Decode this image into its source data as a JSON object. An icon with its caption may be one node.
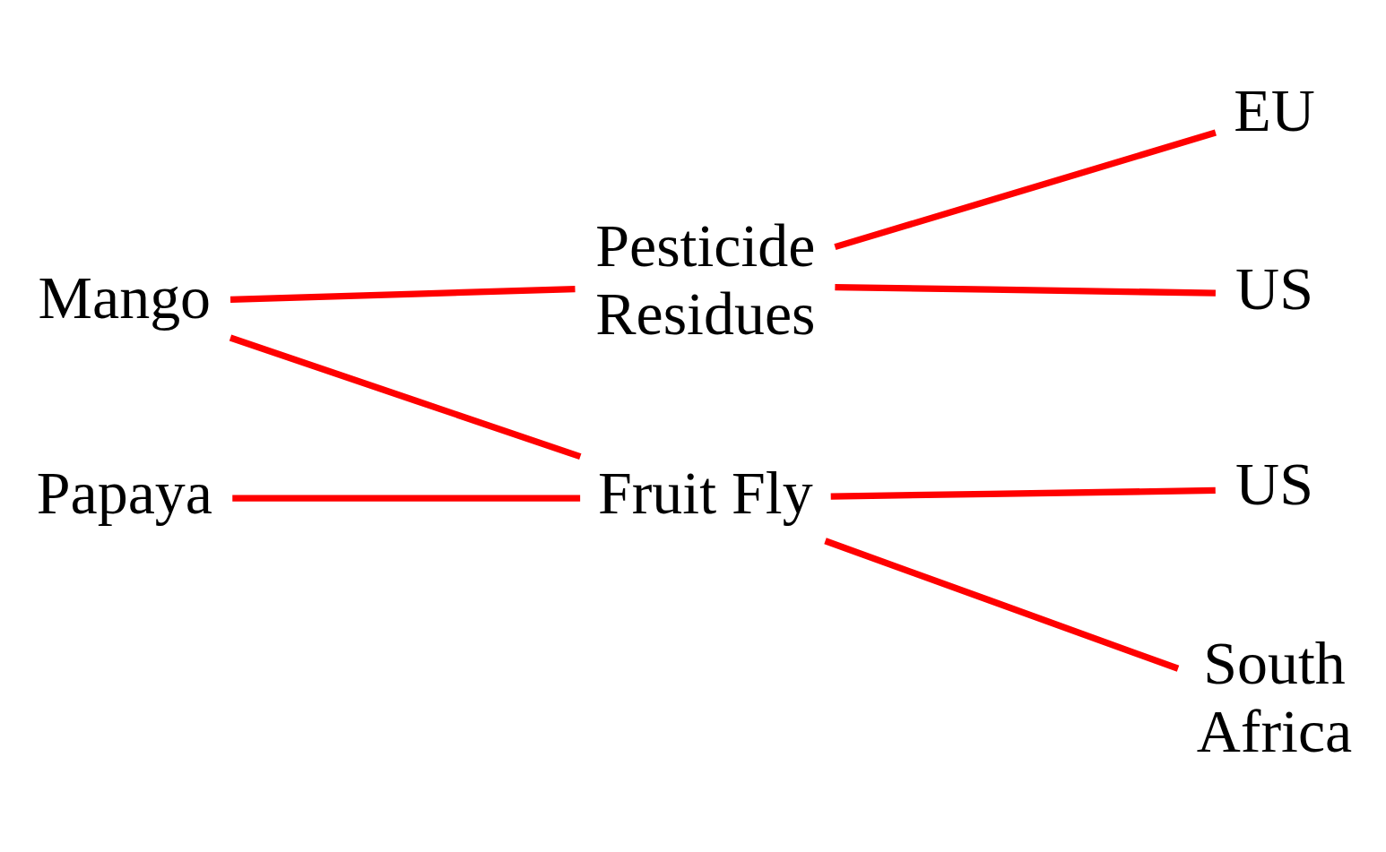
{
  "diagram": {
    "nodes": [
      {
        "text": [
          "Mango"
        ]
      },
      {
        "text": [
          "Papaya"
        ]
      },
      {
        "text": [
          "Pesticide Residues"
        ]
      },
      {
        "text": [
          "Fruit Fly"
        ]
      },
      {
        "text": [
          "EU"
        ]
      },
      {
        "text": [
          "US"
        ]
      },
      {
        "text": [
          "US"
        ]
      },
      {
        "text": [
          "South Africa"
        ]
      }
    ],
    "edges": [
      {
        "from": 0,
        "to": 2,
        "arrow": "none"
      },
      {
        "from": 0,
        "to": 3,
        "arrow": "none"
      },
      {
        "from": 1,
        "to": 3,
        "arrow": "none"
      },
      {
        "from": 2,
        "to": 4,
        "arrow": "none"
      },
      {
        "from": 2,
        "to": 5,
        "arrow": "none"
      },
      {
        "from": 3,
        "to": 6,
        "arrow": "none"
      },
      {
        "from": 3,
        "to": 7,
        "arrow": "none"
      }
    ]
  }
}
